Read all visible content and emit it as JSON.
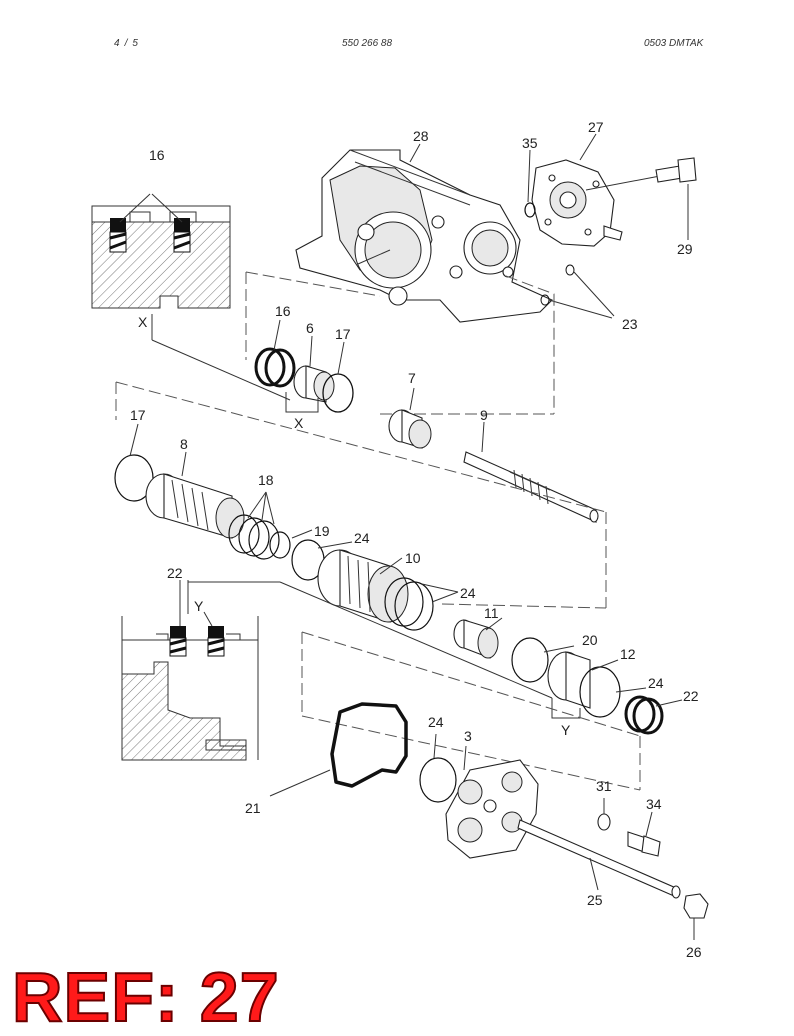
{
  "header": {
    "page_current": "4",
    "page_separator": "/",
    "page_total": "5",
    "part_number": "550 266 88",
    "doc_code": "0503   DMTAK"
  },
  "reference": {
    "label": "REF: 27"
  },
  "detail_views": {
    "x_marker": "X",
    "y_marker": "Y"
  },
  "callouts": {
    "c28": "28",
    "c35": "35",
    "c27": "27",
    "c29": "29",
    "c23": "23",
    "c16_detail": "16",
    "c16": "16",
    "c6": "6",
    "c17_top": "17",
    "c7": "7",
    "c9": "9",
    "c17": "17",
    "c8": "8",
    "c18": "18",
    "c19": "19",
    "c24_a": "24",
    "c10": "10",
    "c24_b": "24",
    "c22_detail": "22",
    "c11": "11",
    "c20": "20",
    "c12": "12",
    "c24_c": "24",
    "c22": "22",
    "c24_d": "24",
    "c3": "3",
    "c21": "21",
    "c31": "31",
    "c34": "34",
    "c25": "25",
    "c26": "26"
  },
  "colors": {
    "ref_text": "#ff1a1a",
    "ref_outline": "#6b0000",
    "line_art": "#222222"
  }
}
